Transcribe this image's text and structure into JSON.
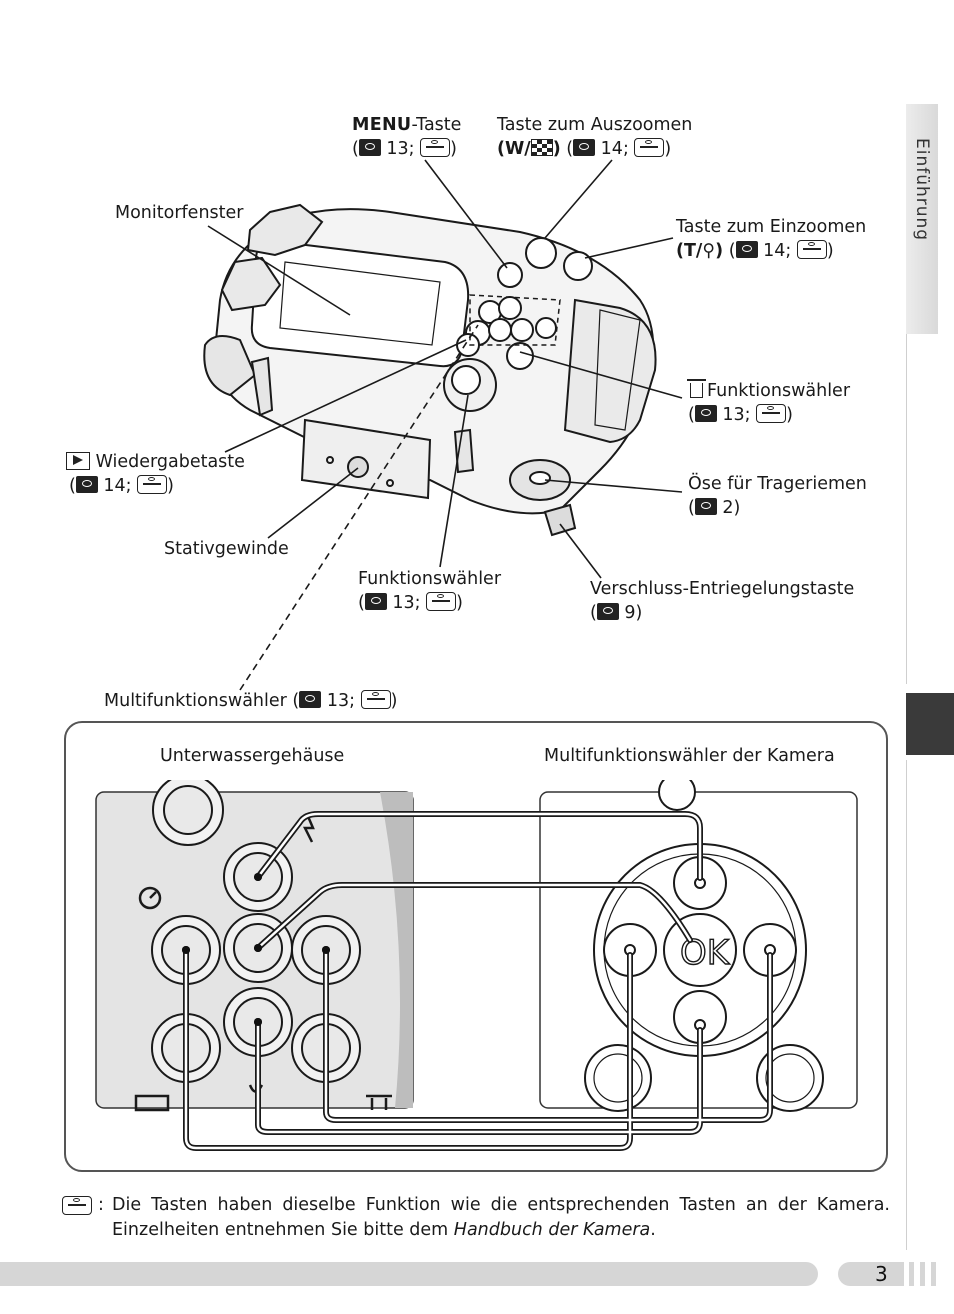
{
  "side_tab": {
    "label": "Einführung"
  },
  "page_number": "3",
  "labels": {
    "menu_taste": {
      "key": "MENU",
      "suffix": "-Taste",
      "ref": "13;",
      "close": ")"
    },
    "auszoomen": {
      "title": "Taste zum Auszoomen",
      "key": "(W/",
      "key_close": ")",
      "ref": "14;",
      "close": ")"
    },
    "monitor": {
      "title": "Monitorfenster"
    },
    "einzoomen": {
      "title": "Taste zum Einzoomen",
      "key": "(T/",
      "key_close": ")",
      "ref": "14;",
      "close": ")"
    },
    "funktionswaehler_trash": {
      "title": "Funktionswähler",
      "ref": "13;",
      "close": ")"
    },
    "wiedergabe": {
      "title": "Wiedergabetaste",
      "ref": "14;",
      "close": ")"
    },
    "oese": {
      "title": "Öse für Trageriemen",
      "ref": "2)"
    },
    "stativ": {
      "title": "Stativgewinde"
    },
    "funktionswaehler": {
      "title": "Funktionswähler",
      "ref": "13;",
      "close": ")"
    },
    "verschluss": {
      "title": "Verschluss-Entriegelungstaste",
      "ref": "9)"
    },
    "multifunktion": {
      "title": "Multifunktionswähler (",
      "ref": "13;",
      "close": ")"
    }
  },
  "panel": {
    "left_title": "Unterwassergehäuse",
    "right_title": "Multifunktionswähler der Kamera",
    "ok_label": "OK"
  },
  "note": {
    "text_line1": "Die Tasten haben dieselbe Funktion wie die entsprechenden Tasten an der Kamera.",
    "text_line2_prefix": "Einzelheiten entnehmen Sie bitte dem ",
    "text_line2_italic": "Handbuch der Kamera",
    "text_line2_suffix": "."
  },
  "icons": [
    "eye-reference-icon",
    "camera-manual-icon",
    "playback-icon",
    "trash-icon",
    "magnifier-icon",
    "thumbnail-icon"
  ]
}
